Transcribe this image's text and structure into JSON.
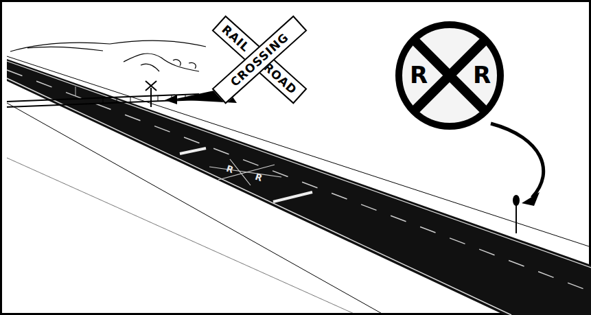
{
  "diagram": {
    "nodes": [
      {
        "text": [
          "RAIL",
          "ROAD"
        ]
      },
      {
        "text": [
          "CROSSING"
        ]
      },
      {
        "text": [
          "R",
          "R"
        ]
      }
    ],
    "labels": [
      "R",
      "R"
    ]
  }
}
